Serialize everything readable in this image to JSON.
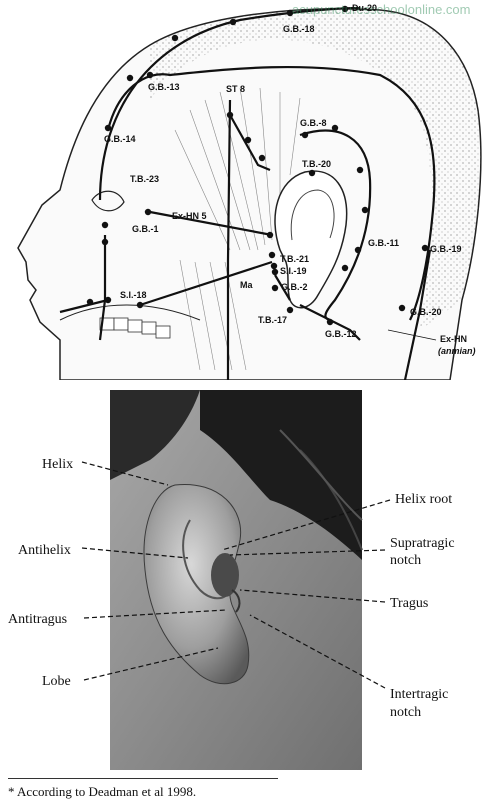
{
  "watermark": "acupuncturesschoolonline.com",
  "head_points": {
    "du20": "Du-20",
    "gb18": "G.B.-18",
    "gb13": "G.B.-13",
    "st8": "ST 8",
    "gb14": "G.B.-14",
    "gb8": "G.B.-8",
    "tb20": "T.B.-20",
    "tb23": "T.B.-23",
    "exhn5": "Ex-HN 5",
    "gb1": "G.B.-1",
    "tb21": "T.B.-21",
    "si19": "S.I.-19",
    "gb11": "G.B.-11",
    "gb19": "G.B.-19",
    "ma": "Ma",
    "gb2": "G.B.-2",
    "si18": "S.I.-18",
    "gb20": "G.B.-20",
    "tb17": "T.B.-17",
    "gb12": "G.B.-12",
    "exhn": "Ex-HN",
    "anmian": "(anmian)"
  },
  "ear_labels": {
    "helix": "Helix",
    "antihelix": "Antihelix",
    "antitragus": "Antitragus",
    "lobe": "Lobe",
    "helix_root": "Helix root",
    "supratragic_1": "Supratragic",
    "supratragic_2": "notch",
    "tragus": "Tragus",
    "intertragic_1": "Intertragic",
    "intertragic_2": "notch"
  },
  "footnote": "* According to Deadman et al 1998."
}
